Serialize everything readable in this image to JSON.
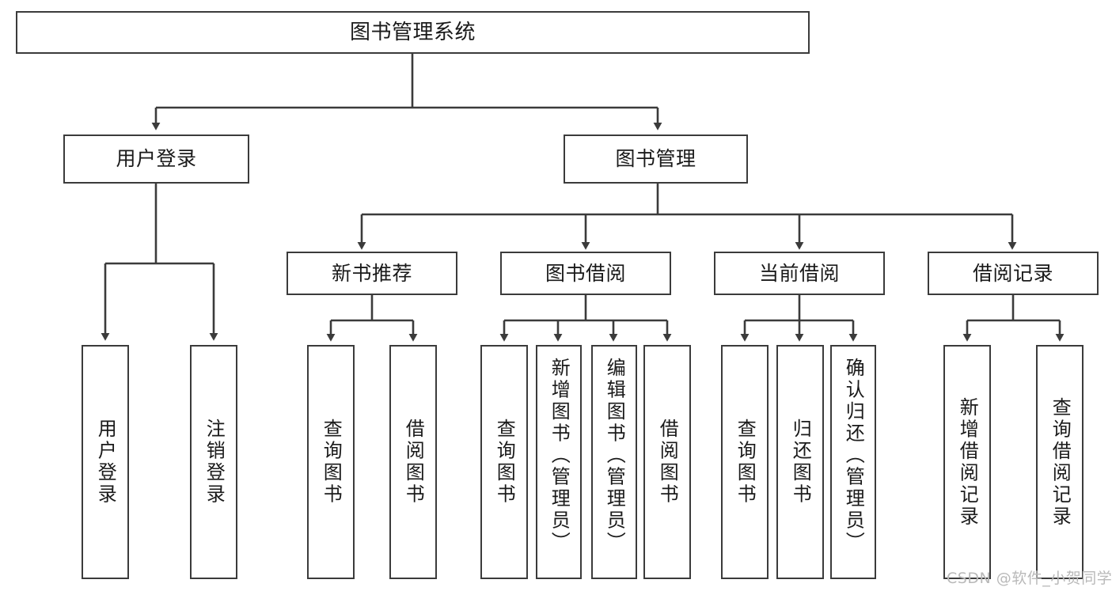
{
  "diagram": {
    "title": "图书管理系统",
    "type": "tree",
    "style": {
      "box_fill": "#ffffff",
      "box_stroke": "#3b3b3b",
      "edge_stroke": "#3b3b3b",
      "text_color": "#1a1a1a",
      "background": "#ffffff",
      "watermark_color": "#b9b9b9"
    },
    "root": {
      "id": "root",
      "label": "图书管理系统"
    },
    "level2": [
      {
        "id": "user-login",
        "label": "用户登录"
      },
      {
        "id": "book-manage",
        "label": "图书管理"
      }
    ],
    "level3": [
      {
        "id": "new-book-recommend",
        "label": "新书推荐",
        "parent": "book-manage"
      },
      {
        "id": "book-borrow",
        "label": "图书借阅",
        "parent": "book-manage"
      },
      {
        "id": "current-borrow",
        "label": "当前借阅",
        "parent": "book-manage"
      },
      {
        "id": "borrow-record",
        "label": "借阅记录",
        "parent": "book-manage"
      }
    ],
    "leaves": [
      {
        "id": "leaf-user-login",
        "label": "用户登录",
        "parent": "user-login"
      },
      {
        "id": "leaf-user-logout",
        "label": "注销登录",
        "parent": "user-login"
      },
      {
        "id": "leaf-query-book-1",
        "label": "查询图书",
        "parent": "new-book-recommend"
      },
      {
        "id": "leaf-borrow-book-1",
        "label": "借阅图书",
        "parent": "new-book-recommend"
      },
      {
        "id": "leaf-query-book-2",
        "label": "查询图书",
        "parent": "book-borrow"
      },
      {
        "id": "leaf-add-book",
        "label": "新增图书（管理员）",
        "parent": "book-borrow"
      },
      {
        "id": "leaf-edit-book",
        "label": "编辑图书（管理员）",
        "parent": "book-borrow"
      },
      {
        "id": "leaf-borrow-book-2",
        "label": "借阅图书",
        "parent": "book-borrow"
      },
      {
        "id": "leaf-query-book-3",
        "label": "查询图书",
        "parent": "current-borrow"
      },
      {
        "id": "leaf-return-book",
        "label": "归还图书",
        "parent": "current-borrow"
      },
      {
        "id": "leaf-confirm-return",
        "label": "确认归还（管理员）",
        "parent": "current-borrow"
      },
      {
        "id": "leaf-add-record",
        "label": "新增借阅记录",
        "parent": "borrow-record"
      },
      {
        "id": "leaf-query-record",
        "label": "查询借阅记录",
        "parent": "borrow-record"
      }
    ]
  },
  "watermark": {
    "text": "CSDN @软件_小贺同学"
  }
}
